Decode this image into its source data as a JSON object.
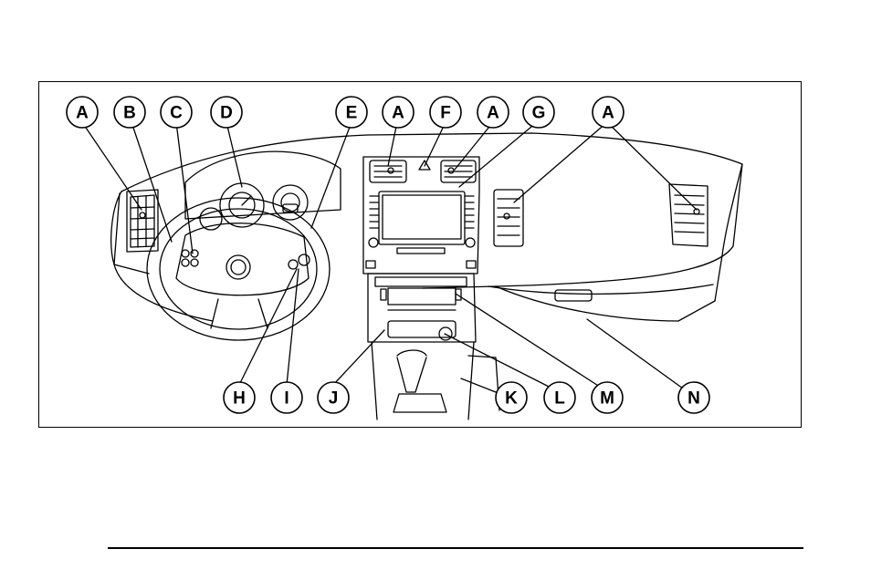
{
  "diagram": {
    "callouts": [
      {
        "id": "a1",
        "label": "A"
      },
      {
        "id": "b",
        "label": "B"
      },
      {
        "id": "c",
        "label": "C"
      },
      {
        "id": "d",
        "label": "D"
      },
      {
        "id": "e",
        "label": "E"
      },
      {
        "id": "a2",
        "label": "A"
      },
      {
        "id": "f",
        "label": "F"
      },
      {
        "id": "a3",
        "label": "A"
      },
      {
        "id": "g",
        "label": "G"
      },
      {
        "id": "a4",
        "label": "A"
      },
      {
        "id": "h",
        "label": "H"
      },
      {
        "id": "i",
        "label": "I"
      },
      {
        "id": "j",
        "label": "J"
      },
      {
        "id": "k",
        "label": "K"
      },
      {
        "id": "l",
        "label": "L"
      },
      {
        "id": "m",
        "label": "M"
      },
      {
        "id": "n",
        "label": "N"
      }
    ]
  },
  "colors": {
    "ink": "#000000",
    "paper": "#ffffff"
  }
}
